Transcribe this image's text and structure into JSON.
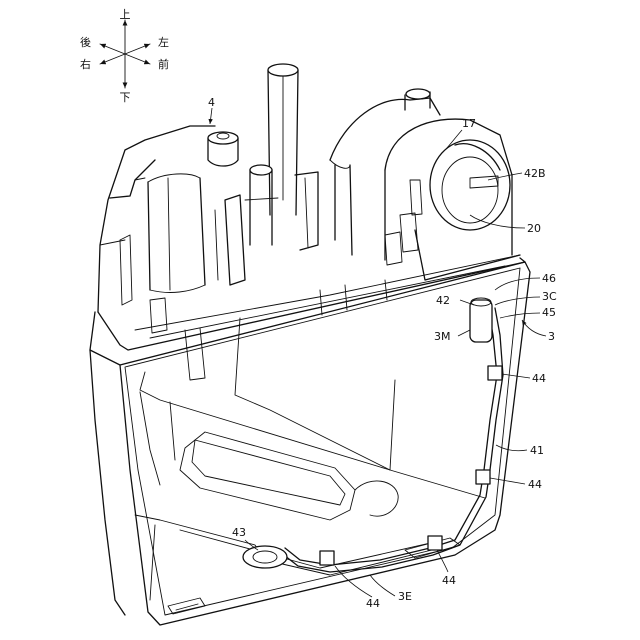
{
  "compass": {
    "up": "上",
    "down": "下",
    "back": "後",
    "right": "右",
    "left": "左",
    "front": "前"
  },
  "labels": [
    {
      "key": "4",
      "text": "4"
    },
    {
      "key": "17",
      "text": "17"
    },
    {
      "key": "42B",
      "text": "42B"
    },
    {
      "key": "20",
      "text": "20"
    },
    {
      "key": "46",
      "text": "46"
    },
    {
      "key": "42",
      "text": "42"
    },
    {
      "key": "3C",
      "text": "3C"
    },
    {
      "key": "45",
      "text": "45"
    },
    {
      "key": "3M",
      "text": "3M"
    },
    {
      "key": "3",
      "text": "3"
    },
    {
      "key": "44a",
      "text": "44"
    },
    {
      "key": "41",
      "text": "41"
    },
    {
      "key": "44b",
      "text": "44"
    },
    {
      "key": "43",
      "text": "43"
    },
    {
      "key": "44c",
      "text": "44"
    },
    {
      "key": "3E",
      "text": "3E"
    },
    {
      "key": "44d",
      "text": "44"
    }
  ]
}
